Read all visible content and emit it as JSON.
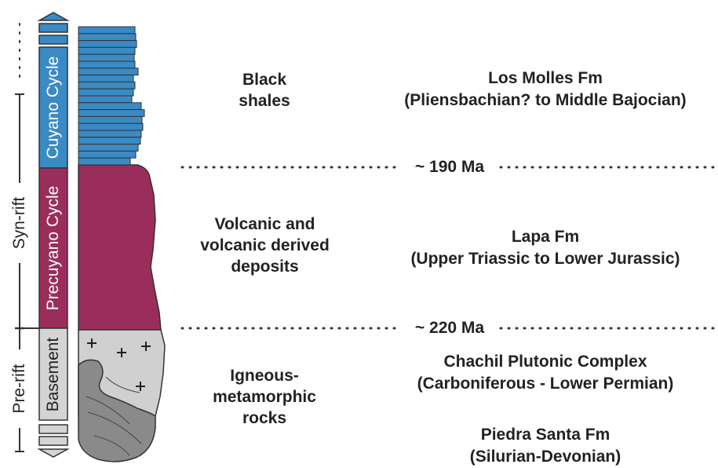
{
  "column": {
    "cycles": [
      {
        "label": "Cuyano Cycle",
        "color": "#3a8ac4"
      },
      {
        "label": "Precuyano Cycle",
        "color": "#9b2d5c"
      },
      {
        "label": "Basement",
        "color": "#d4d4d4"
      }
    ],
    "rift_stages": [
      {
        "label": "Syn-rift"
      },
      {
        "label": "Pre-rift"
      }
    ]
  },
  "lithologies": [
    {
      "label_lines": [
        "Black",
        "shales"
      ]
    },
    {
      "label_lines": [
        "Volcanic and",
        "volcanic derived",
        "deposits"
      ]
    },
    {
      "label_lines": [
        "Igneous-",
        "metamorphic",
        "rocks"
      ]
    }
  ],
  "formations": [
    {
      "name": "Los Molles Fm",
      "age": "(Pliensbachian? to Middle Bajocian)"
    },
    {
      "name": "Lapa Fm",
      "age": "(Upper Triassic to Lower Jurassic)"
    },
    {
      "name": "Chachil Plutonic Complex",
      "age": "(Carboniferous - Lower Permian)"
    },
    {
      "name": "Piedra Santa Fm",
      "age": "(Silurian-Devonian)"
    }
  ],
  "boundaries": [
    {
      "age": "~ 190 Ma"
    },
    {
      "age": "~ 220 Ma"
    }
  ],
  "colors": {
    "shale": "#3a8ac4",
    "volcanic": "#9b2d5c",
    "basement_light": "#d0d0d0",
    "basement_dark": "#8a8a8a",
    "outline": "#333333"
  }
}
